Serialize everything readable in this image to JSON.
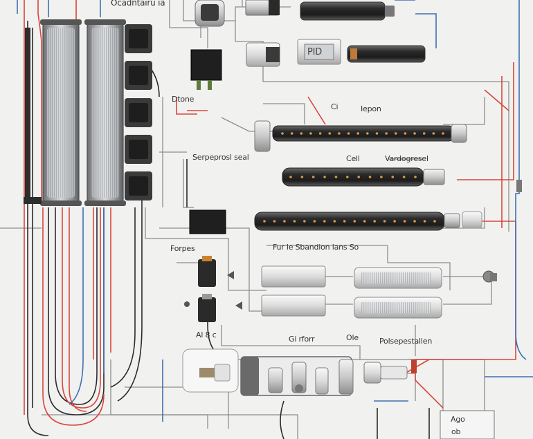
{
  "labels": {
    "top": "Ocadntairu ia",
    "dtone": "Dtone",
    "ci": "Ci",
    "iepon": "Iepon",
    "serprosed": "Serpeprosl seal",
    "cell": "Cell",
    "vardogresel": "Vardogresel",
    "forpes": "Forpes",
    "fur_sabbro": "Fur le Sbandion lans So",
    "ali_8c": "Al 8 c",
    "gi_rforr": "Gi rforr",
    "ole": "Ole",
    "polsepestallen": "Polsepestallen",
    "ago": "Ago",
    "ob": "ob",
    "display_pid": "PID"
  },
  "colors": {
    "background": "#f1f1f0",
    "wire_red": "#d9453a",
    "wire_blue": "#3f6fb0",
    "wire_dark": "#2b2b2b",
    "wire_gray": "#8d8d8d",
    "led": "#d89a4a"
  }
}
